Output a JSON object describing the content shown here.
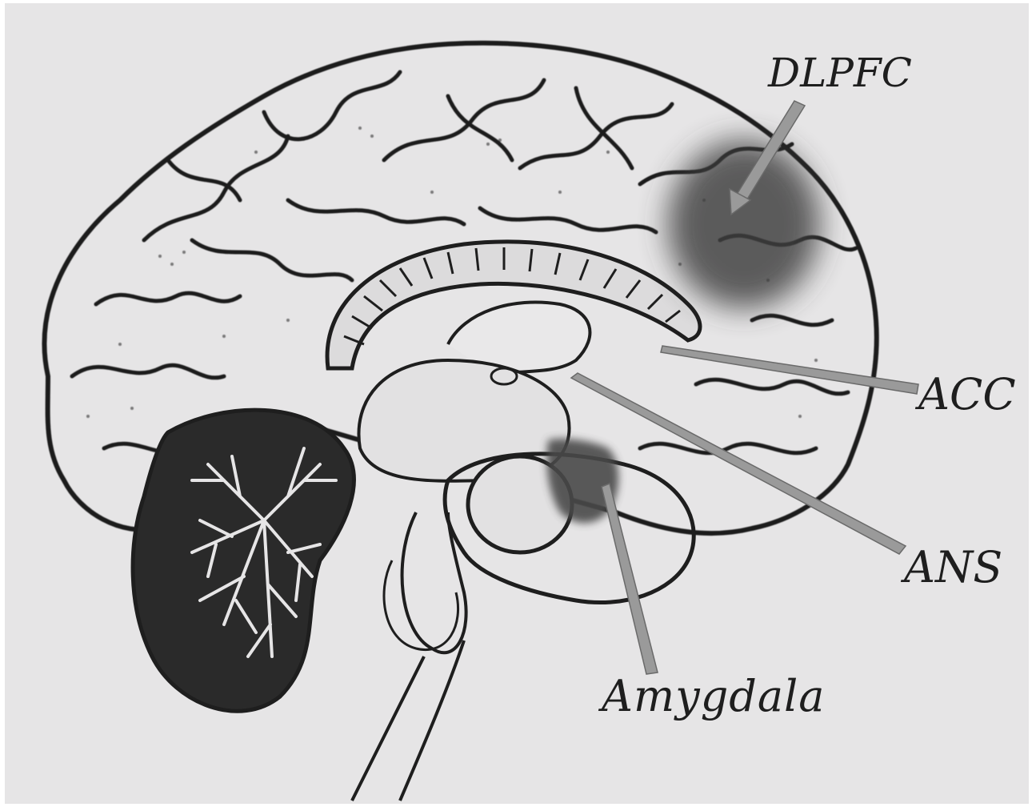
{
  "diagram": {
    "subject": "brain-sagittal-section",
    "colors": {
      "paper": "#e6e5e6",
      "ink": "#1e1e1e",
      "highlight_dlpfc": "#3c3c3c",
      "highlight_amygdala": "#4a4a4a",
      "pointer": "#9a9a9a"
    },
    "labels": {
      "dlpfc": "DLPFC",
      "acc": "ACC",
      "ans": "ANS",
      "amygdala": "Amygdala"
    }
  }
}
